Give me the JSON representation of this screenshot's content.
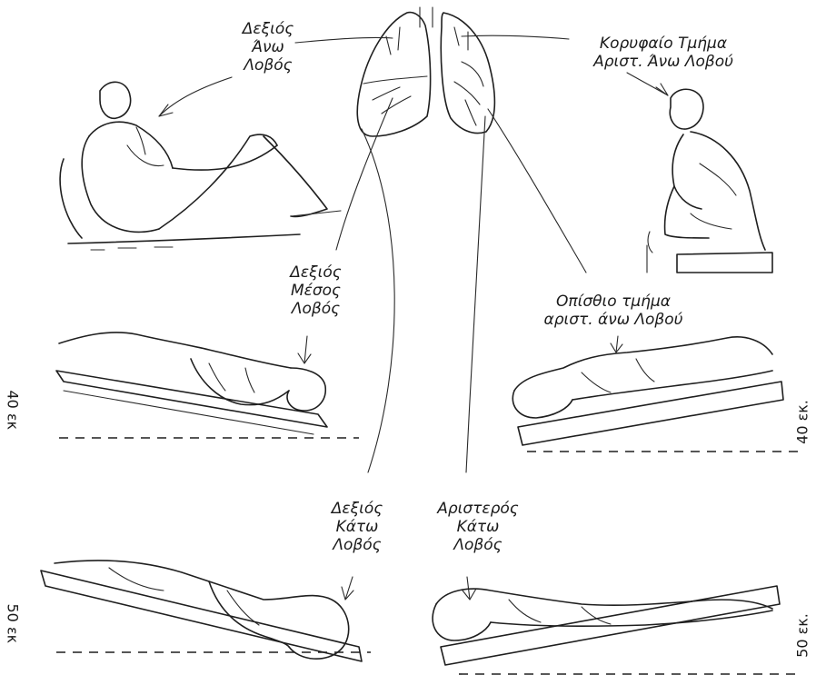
{
  "labels": {
    "right_upper": [
      "Δεξιός",
      "Άνω",
      "Λοβός"
    ],
    "left_apical": [
      "Κορυφαίο Τμήμα",
      "Αριστ. Άνω Λοβού"
    ],
    "right_middle": [
      "Δεξιός",
      "Μέσος",
      "Λοβός"
    ],
    "left_posterior": [
      "Οπίσθιο τμήμα",
      "αριστ. άνω Λοβού"
    ],
    "right_lower": [
      "Δεξιός",
      "Κάτω",
      "Λοβός"
    ],
    "left_lower": [
      "Αριστερός",
      "Κάτω",
      "Λοβός"
    ]
  },
  "side_labels": {
    "left_40": "40 εκ",
    "left_50": "50 εκ",
    "right_40": "40 εκ.",
    "right_50": "50 εκ."
  }
}
